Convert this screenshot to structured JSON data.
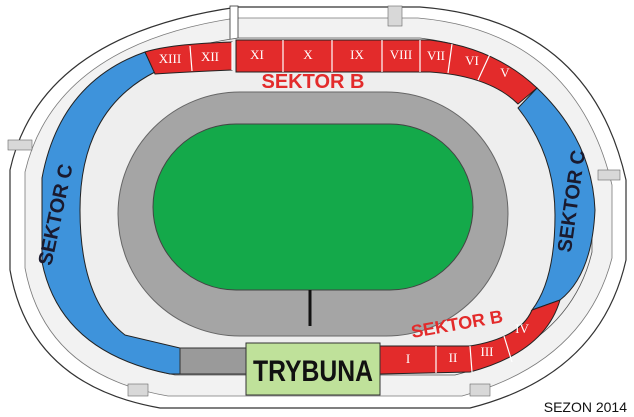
{
  "colors": {
    "sector_b": "#e32b2b",
    "sector_c": "#3e93db",
    "pitch": "#14a94a",
    "track": "#a5a5a5",
    "tribune": "#bfe19a",
    "press_box": "#9a9a9a",
    "outline": "#222222",
    "outer_band": "#f0f0f0"
  },
  "sectors": {
    "sector_b_top": "SEKTOR B",
    "sector_b_bottom": "SEKTOR B",
    "sector_c_left": "SEKTOR C",
    "sector_c_right": "SEKTOR C"
  },
  "top_blocks": [
    "XIII",
    "XII",
    "XI",
    "X",
    "IX",
    "VIII",
    "VII",
    "VI",
    "V"
  ],
  "bottom_blocks": [
    "I",
    "II",
    "III",
    "IV"
  ],
  "tribune": "TRYBUNA",
  "season": "SEZON 2014"
}
